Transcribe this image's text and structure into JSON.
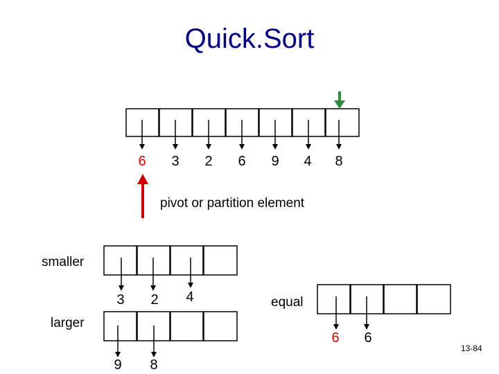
{
  "title": "Quick.Sort",
  "array": {
    "values": [
      "6",
      "3",
      "2",
      "6",
      "9",
      "4",
      "8"
    ],
    "pivot_index": 0
  },
  "pivot_label": "pivot or partition element",
  "smaller": {
    "label": "smaller",
    "values": [
      "3",
      "2",
      "4"
    ]
  },
  "equal": {
    "label": "equal",
    "values": [
      "6",
      "6"
    ]
  },
  "larger": {
    "label": "larger",
    "values": [
      "9",
      "8"
    ]
  },
  "slide_number": "13-84",
  "colors": {
    "title": "#000080",
    "pivot": "#cc0000",
    "marker": "#2e8b3a"
  }
}
